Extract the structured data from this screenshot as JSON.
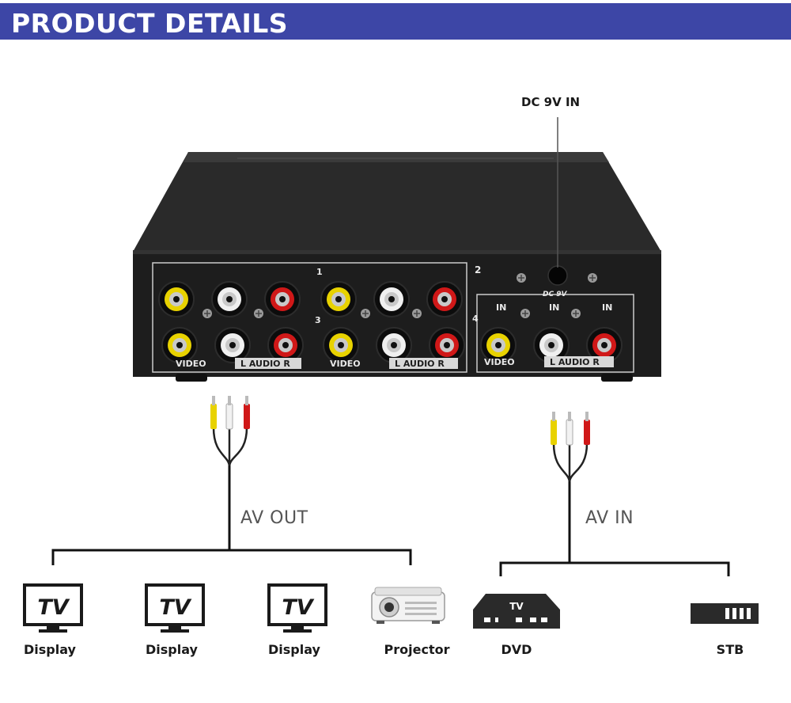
{
  "header": {
    "title": "PRODUCT DETAILS"
  },
  "callouts": {
    "dc_in": "DC 9V IN"
  },
  "panel": {
    "port_numbers": [
      "1",
      "2",
      "3",
      "4"
    ],
    "video_label": "VIDEO",
    "audio_label": "L  AUDIO R",
    "in_label": "IN",
    "dc_label": "DC 9V"
  },
  "groups": {
    "av_out": "AV OUT",
    "av_in": "AV IN"
  },
  "out_devices": [
    {
      "label": "Display",
      "icon": "tv-icon",
      "icon_text": "TV"
    },
    {
      "label": "Display",
      "icon": "tv-icon",
      "icon_text": "TV"
    },
    {
      "label": "Display",
      "icon": "tv-icon",
      "icon_text": "TV"
    },
    {
      "label": "Projector",
      "icon": "projector-icon"
    }
  ],
  "in_devices": [
    {
      "label": "DVD",
      "icon": "dvd-icon",
      "icon_text": "TV"
    },
    {
      "label": "STB",
      "icon": "stb-icon"
    }
  ],
  "colors": {
    "header": "#3d46a6",
    "device_body": "#1e1e1e",
    "video_jack": "#e8d200",
    "audio_left_jack": "#f0f0f0",
    "audio_right_jack": "#d01818"
  }
}
